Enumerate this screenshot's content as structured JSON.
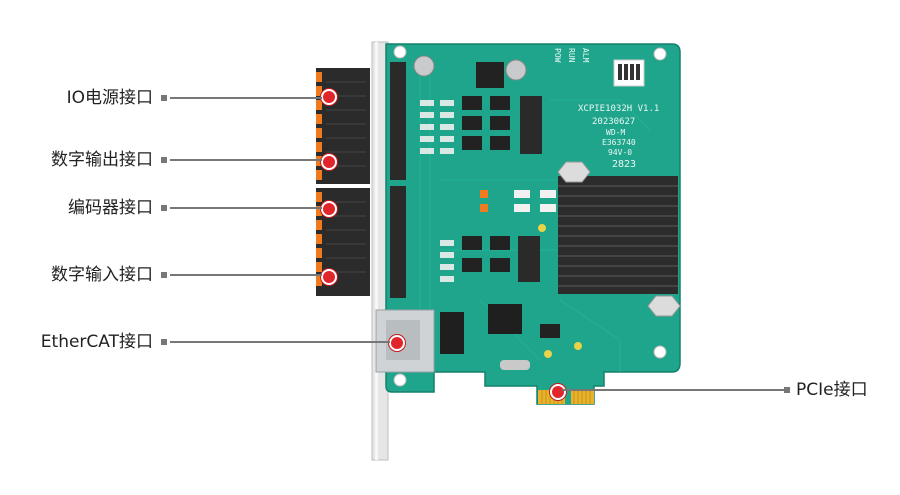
{
  "callouts": {
    "io_power": "IO电源接口",
    "digital_output": "数字输出接口",
    "encoder": "编码器接口",
    "digital_input": "数字输入接口",
    "ethercat": "EtherCAT接口",
    "pcie": "PCIe接口"
  },
  "board": {
    "model": "XCPIE1032H V1.1",
    "date": "20230627",
    "cert_line1": "WD-M",
    "cert_line2": "E363740",
    "cert_line3": "94V-0",
    "date_code": "2823",
    "led_labels": [
      "POW",
      "RUN",
      "ALM"
    ]
  },
  "colors": {
    "pcb": "#1fa58c",
    "heatsink": "#2c2c2c",
    "connector": "#2b2b2b",
    "connector_orange": "#f07a1e",
    "gold": "#e8b32a",
    "marker": "#e0262b"
  }
}
